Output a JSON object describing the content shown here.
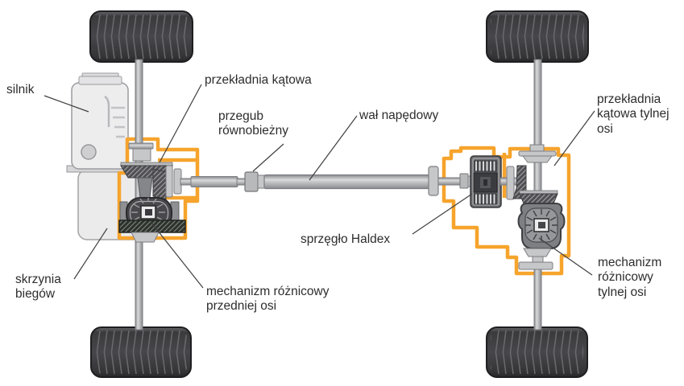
{
  "diagram": {
    "type": "awd-drivetrain-schematic",
    "labels": {
      "engine": "silnik",
      "front_angle_gear": "przekładnia kątowa",
      "cv_joint": "przegub równobieżny",
      "drive_shaft": "wał napędowy",
      "rear_angle_gear": "przekładnia kątowa tylnej osi",
      "haldex_clutch": "sprzęgło Haldex",
      "gearbox": "skrzynia biegów",
      "front_differential": "mechanizm różnicowy przedniej osi",
      "rear_differential": "mechanizm różnicowy tylnej osi"
    },
    "colors": {
      "highlight": "#F6A42C",
      "text": "#2d2d2d",
      "leader_line": "#3f3f3f",
      "background": "#ffffff"
    }
  }
}
